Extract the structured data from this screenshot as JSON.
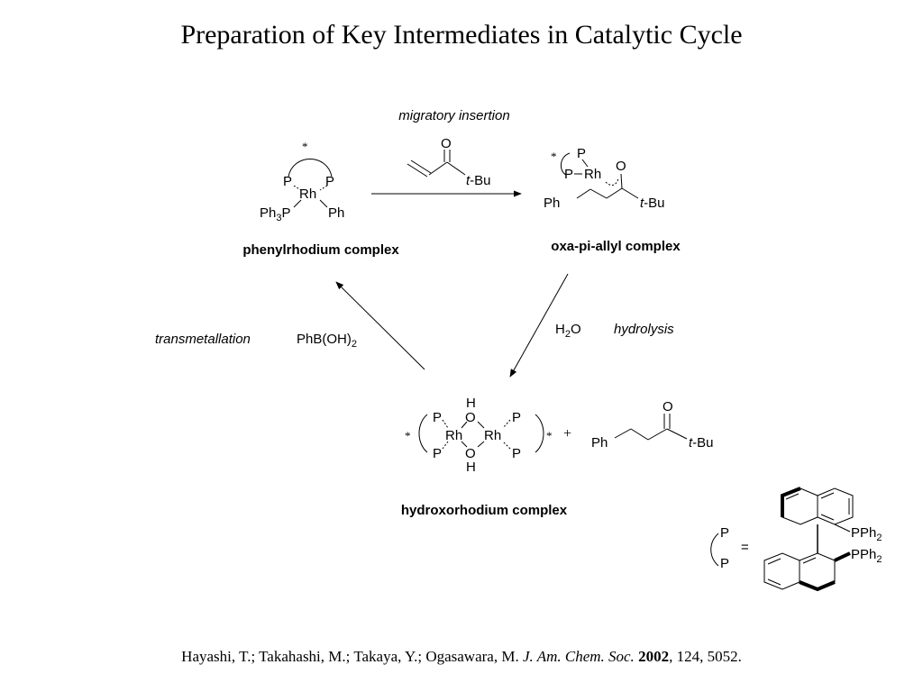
{
  "title": "Preparation of Key Intermediates in Catalytic Cycle",
  "steps": {
    "migratory_insertion": "migratory insertion",
    "hydrolysis": "hydrolysis",
    "transmetallation": "transmetallation"
  },
  "reagents": {
    "enone_t": "t",
    "enone_bu": "-Bu",
    "enone_o": "O",
    "water_h": "H",
    "water_2": "2",
    "water_o": "O",
    "boronic_main": "PhB(OH)",
    "boronic_sub": "2"
  },
  "phenylrhodium": {
    "label": "phenylrhodium complex",
    "star": "*",
    "p_left": "P",
    "p_right": "P",
    "rh": "Rh",
    "ph3p_ph": "Ph",
    "ph3p_3": "3",
    "ph3p_p": "P",
    "ph": "Ph"
  },
  "oxa_allyl": {
    "label": "oxa-pi-allyl complex",
    "star": "*",
    "p_top": "P",
    "p_left": "P",
    "rh": "Rh",
    "o": "O",
    "ph": "Ph",
    "t": "t",
    "bu": "-Bu"
  },
  "hydroxorhodium": {
    "label": "hydroxorhodium complex",
    "star_left": "*",
    "star_right": "*",
    "h_top": "H",
    "o_top": "O",
    "h_bottom": "H",
    "o_bottom": "O",
    "rh_left": "Rh",
    "rh_right": "Rh",
    "p_tl": "P",
    "p_bl": "P",
    "p_tr": "P",
    "p_br": "P",
    "plus": "+"
  },
  "product": {
    "ph": "Ph",
    "o": "O",
    "t": "t",
    "bu": "-Bu"
  },
  "ligand": {
    "p_top": "P",
    "p_bottom": "P",
    "equals": "=",
    "pph_top": "PPh",
    "pph_top_sub": "2",
    "pph_bottom": "PPh",
    "pph_bottom_sub": "2"
  },
  "citation": {
    "authors": "Hayashi, T.; Takahashi, M.; Takaya, Y.; Ogasawara, M. ",
    "journal": "J. Am. Chem. Soc.",
    "year": "2002",
    "rest": ", 124, 5052."
  }
}
